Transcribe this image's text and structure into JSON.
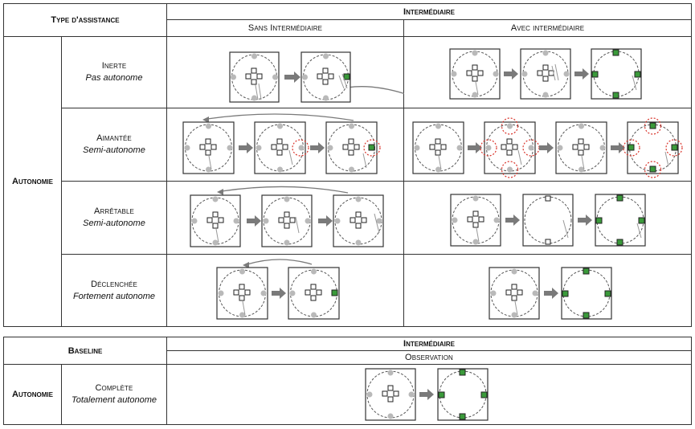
{
  "top_table": {
    "header_left": "Type d'assistance",
    "header_intermediary": "Intermédiaire",
    "col_without": "Sans Intermédiaire",
    "col_with": "Avec intermédiaire",
    "row_group": "Autonomie",
    "levels": [
      {
        "name": "Inerte",
        "desc": "Pas autonome"
      },
      {
        "name": "Aimantée",
        "desc": "Semi-autonome"
      },
      {
        "name": "Arrêtable",
        "desc": "Semi-autonome"
      },
      {
        "name": "Déclenchée",
        "desc": "Fortement autonome"
      }
    ]
  },
  "bottom_table": {
    "header_left": "Baseline",
    "header_intermediary": "Intermédiaire",
    "col_observation": "Observation",
    "row_group": "Autonomie",
    "level": {
      "name": "Complète",
      "desc": "Totalement autonome"
    }
  },
  "colors": {
    "target_green": "#3a9a3a",
    "distractor_gray": "#b9b9b9",
    "highlight_red": "#d9342b",
    "arrow_gray": "#7a7a7a"
  }
}
